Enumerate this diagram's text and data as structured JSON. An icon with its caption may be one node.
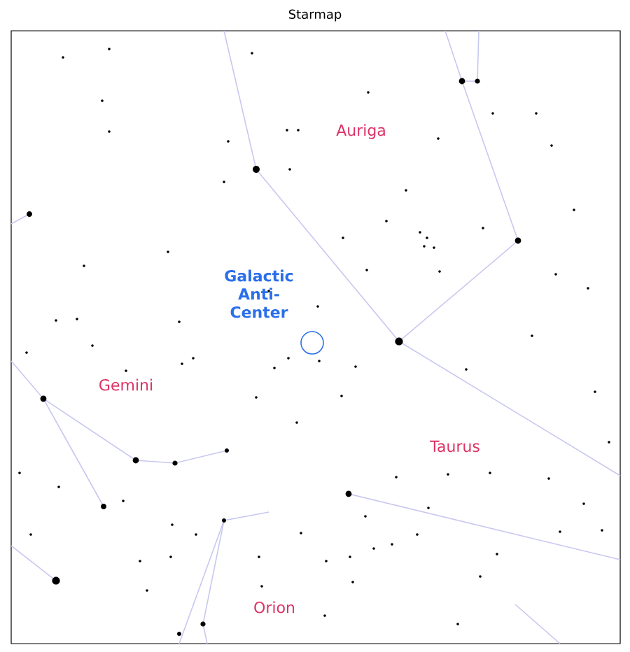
{
  "diagram": {
    "title": "Starmap",
    "labels": [
      "Auriga",
      "Galactic Anti-Center",
      "Gemini",
      "Taurus",
      "Orion"
    ]
  }
}
